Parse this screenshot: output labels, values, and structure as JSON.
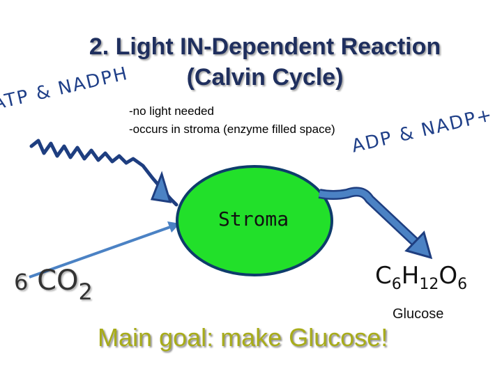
{
  "title": {
    "line1": "2.  Light IN-Dependent Reaction",
    "line2": "(Calvin Cycle)"
  },
  "bullets": [
    "-no light needed",
    "-occurs in stroma (enzyme filled space)"
  ],
  "inputs_label": "ATP & NADPH",
  "outputs_label": "ADP & NADP+",
  "stroma_label": "Stroma",
  "reactant": {
    "coefficient": "6",
    "formula": "CO",
    "subscript": "2"
  },
  "product": {
    "c": "C",
    "c_sub": "6",
    "h": "H",
    "h_sub": "12",
    "o": "O",
    "o_sub": "6",
    "name": "Glucose"
  },
  "goal_text": "Main goal: make Glucose!",
  "colors": {
    "stroma_fill": "#22e02a",
    "stroma_stroke": "#0e3c6b",
    "arrow": "#4b82c4",
    "title": "#1f2f5e",
    "goal": "#a8ac1a",
    "curved_text": "#1f3f88"
  }
}
